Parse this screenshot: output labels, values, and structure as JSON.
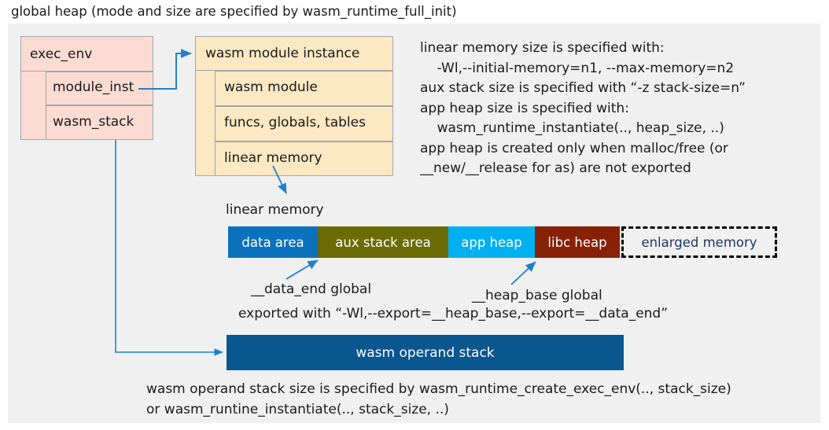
{
  "title": "global heap (mode and size are specified by wasm_runtime_full_init)",
  "colors": {
    "panel_background": "#f0f0f0",
    "exec_env_fill": "#fadcd2",
    "module_instance_fill": "#fce8c3",
    "box_border": "#a6a6a6",
    "connector": "#1f7fd0",
    "data_area": "#0a72bd",
    "aux_stack_area": "#6b6b06",
    "app_heap": "#01b0f1",
    "libc_heap": "#882206",
    "enlarged_memory_text": "#1f3864",
    "operand_stack": "#0a568f"
  },
  "exec_env": {
    "header": "exec_env",
    "fields": [
      {
        "label": "module_inst"
      },
      {
        "label": "wasm_stack"
      }
    ]
  },
  "module_instance": {
    "header": "wasm module instance",
    "fields": [
      {
        "label": "wasm module"
      },
      {
        "label": "funcs, globals, tables"
      },
      {
        "label": "linear memory"
      }
    ]
  },
  "notes": {
    "right": "linear memory size is specified with:\n    -Wl,--initial-memory=n1, --max-memory=n2\naux stack size is specified with “-z stack-size=n”\napp heap size is specified with:\n    wasm_runtime_instantiate(.., heap_size, ..)\napp heap is created only when malloc/free (or\n__new/__release for as) are not exported",
    "bottom": "wasm operand stack size is specified by wasm_runtime_create_exec_env(.., stack_size)\nor wasm_runtine_instantiate(.., stack_size, ..)"
  },
  "linear_memory": {
    "caption": "linear memory",
    "segments": [
      {
        "label": "data area",
        "color": "#0a72bd"
      },
      {
        "label": "aux stack area",
        "color": "#6b6b06"
      },
      {
        "label": "app heap",
        "color": "#01b0f1"
      },
      {
        "label": "libc heap",
        "color": "#882206"
      },
      {
        "label": "enlarged memory",
        "color": "#f0f0f0"
      }
    ]
  },
  "annotations": {
    "data_end": "__data_end global",
    "heap_base": "__heap_base global",
    "exported": "exported with “-Wl,--export=__heap_base,--export=__data_end”"
  },
  "operand_stack": {
    "label": "wasm operand stack"
  }
}
